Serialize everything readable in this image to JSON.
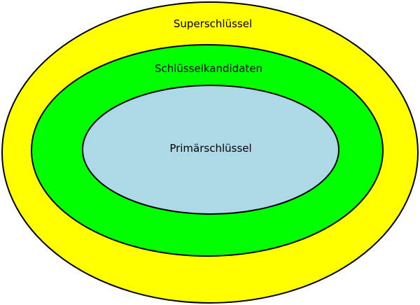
{
  "diagram": {
    "outer": {
      "label": "Superschlüssel",
      "fill": "#ffff00"
    },
    "middle": {
      "label": "Schlüsselkandidaten",
      "fill": "#00ff00"
    },
    "inner": {
      "label": "Primärschlüssel",
      "fill": "#add8e6"
    },
    "stroke": "#000000"
  }
}
